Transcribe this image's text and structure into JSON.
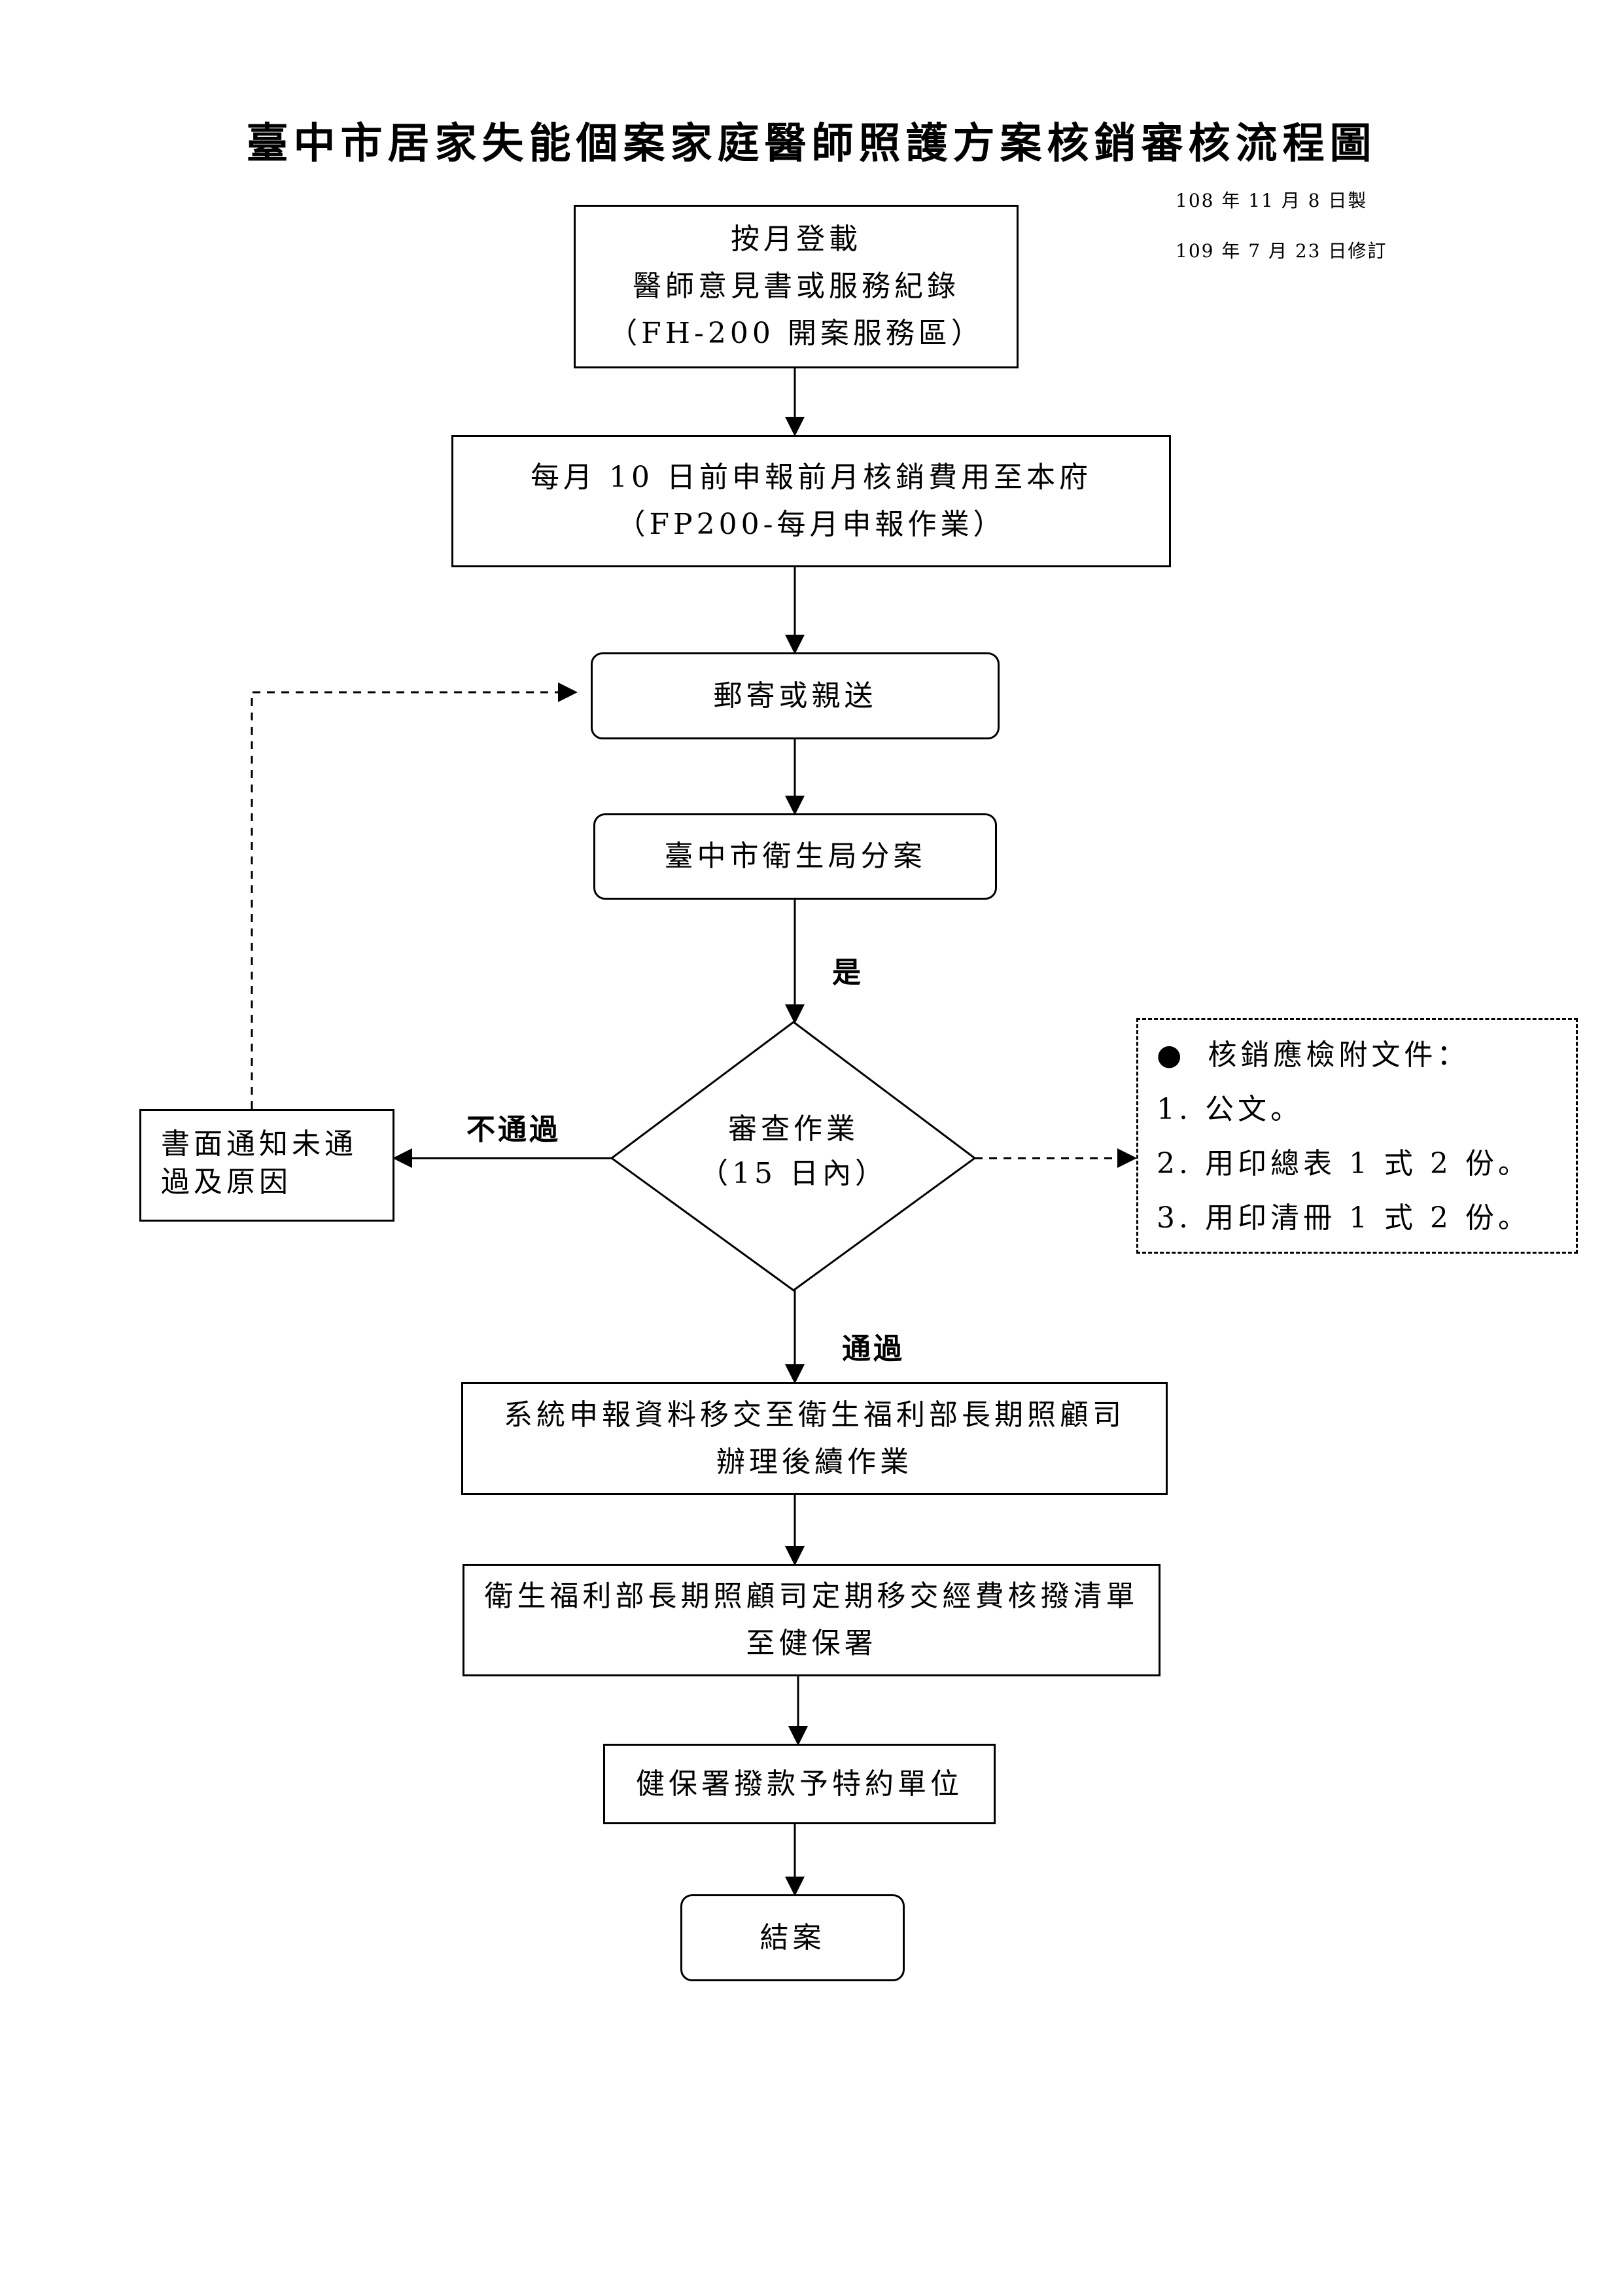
{
  "title": "臺中市居家失能個案家庭醫師照護方案核銷審核流程圖",
  "dates": {
    "made": "108 年 11 月 8 日製",
    "revised": "109 年 7 月 23 日修訂"
  },
  "steps": {
    "register": {
      "line1": "按月登載",
      "line2": "醫師意見書或服務紀錄",
      "line3": "（FH-200 開案服務區）"
    },
    "monthly_report": {
      "line1": "每月 10 日前申報前月核銷費用至本府",
      "line2": "（FP200-每月申報作業）"
    },
    "mail": {
      "label": "郵寄或親送"
    },
    "assign": {
      "label": "臺中市衛生局分案"
    },
    "review": {
      "line1": "審查作業",
      "line2": "（15 日內）"
    },
    "transfer": {
      "line1": "系統申報資料移交至衛生福利部長期照顧司",
      "line2": "辦理後續作業"
    },
    "periodic": {
      "line1": "衛生福利部長期照顧司定期移交經費核撥清單",
      "line2": "至健保署"
    },
    "payment": {
      "label": "健保署撥款予特約單位"
    },
    "close": {
      "label": "結案"
    }
  },
  "notify": {
    "line1": "書面通知未通",
    "line2": "過及原因"
  },
  "attachments": {
    "bullet": "●",
    "heading": "核銷應檢附文件：",
    "items": [
      "1. 公文。",
      "2. 用印總表 1 式 2 份。",
      "3. 用印清冊 1 式 2 份。"
    ]
  },
  "edge_labels": {
    "yes": "是",
    "fail": "不通過",
    "pass": "通過"
  }
}
